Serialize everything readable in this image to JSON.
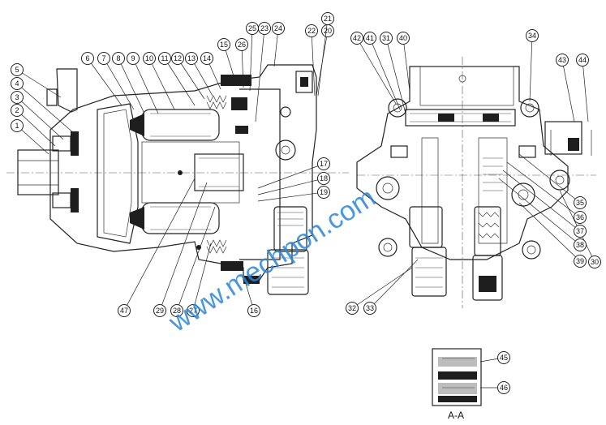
{
  "diagram": {
    "section_label": "A-A",
    "watermark_text": "www.mechpon.com",
    "watermark_color": "#2b86d6",
    "left_callouts": [
      "1",
      "2",
      "3",
      "4",
      "5",
      "6",
      "7",
      "8",
      "9",
      "10",
      "11",
      "12",
      "13",
      "14",
      "15",
      "16",
      "17",
      "18",
      "19",
      "20",
      "21",
      "22",
      "23",
      "24",
      "25",
      "26",
      "27",
      "28",
      "29",
      "47"
    ],
    "right_callouts": [
      "30",
      "31",
      "32",
      "33",
      "34",
      "35",
      "36",
      "37",
      "38",
      "39",
      "40",
      "41",
      "42",
      "43",
      "44"
    ],
    "section_callouts": [
      "45",
      "46"
    ]
  }
}
